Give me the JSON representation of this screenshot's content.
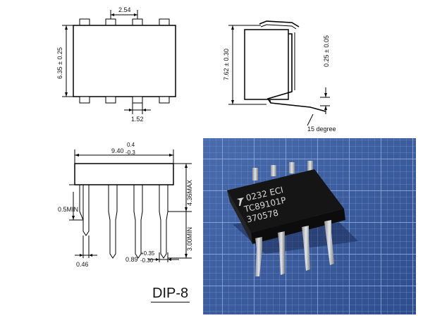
{
  "top_view": {
    "pitch": "2.54",
    "pad_width": "1.52",
    "body_width": "6.35 ± 0.25"
  },
  "side_view": {
    "row_spacing": "7.62 ± 0.30",
    "lead_thickness": "0.25 ± 0.05",
    "lead_angle": "15 degree"
  },
  "front_view": {
    "body_length": "9.40",
    "body_length_tol_plus": "0.4",
    "body_length_tol_minus": "-0.3",
    "height_max": "4.36MAX",
    "standoff_min": "0.5MIN",
    "lead_length_min": "3.00MIN",
    "lead_width": "0.46",
    "shoulder_width": "0.89",
    "shoulder_tol_plus": "+0.35",
    "shoulder_tol_minus": "-0.30"
  },
  "photo": {
    "marking_line1": "0232 ECI",
    "marking_line2": "TC89101P",
    "marking_line3": "370578"
  },
  "package_label": "DIP-8",
  "colors": {
    "grid_bg": "#3a5a9a",
    "grid_line": "#6f8fd0",
    "chip_body": "#151515",
    "pin_metal": "#b9bcc0"
  }
}
